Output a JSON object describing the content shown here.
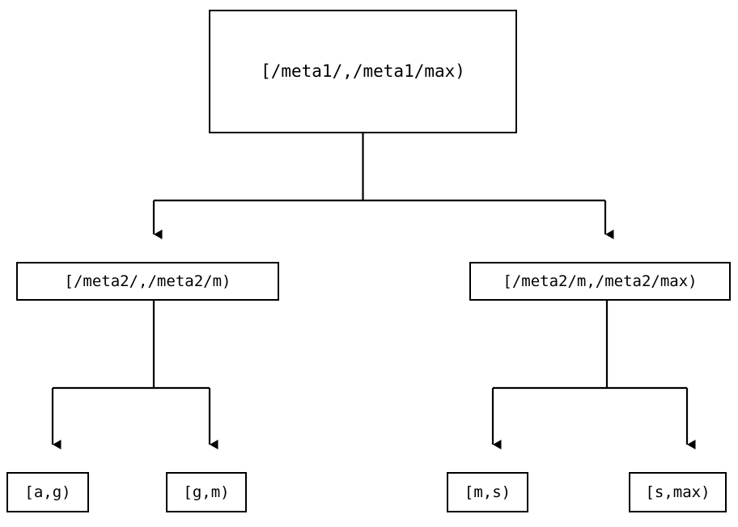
{
  "diagram": {
    "type": "tree",
    "title": "",
    "nodes": {
      "root": {
        "label": "[/meta1/,/meta1/max)"
      },
      "meta2_lo": {
        "label": "[/meta2/,/meta2/m)"
      },
      "meta2_hi": {
        "label": "[/meta2/m,/meta2/max)"
      },
      "leaf_ag": {
        "label": "[a,g)"
      },
      "leaf_gm": {
        "label": "[g,m)"
      },
      "leaf_ms": {
        "label": "[m,s)"
      },
      "leaf_smax": {
        "label": "[s,max)"
      }
    },
    "edges": [
      {
        "from": "root",
        "to": "meta2_lo",
        "arrow": "down"
      },
      {
        "from": "root",
        "to": "meta2_hi",
        "arrow": "down"
      },
      {
        "from": "meta2_lo",
        "to": "leaf_ag",
        "arrow": "down"
      },
      {
        "from": "meta2_lo",
        "to": "leaf_gm",
        "arrow": "down"
      },
      {
        "from": "meta2_hi",
        "to": "leaf_ms",
        "arrow": "down"
      },
      {
        "from": "meta2_hi",
        "to": "leaf_smax",
        "arrow": "down"
      }
    ],
    "colors": {
      "background": "#ffffff",
      "stroke": "#000000",
      "text": "#000000"
    }
  }
}
